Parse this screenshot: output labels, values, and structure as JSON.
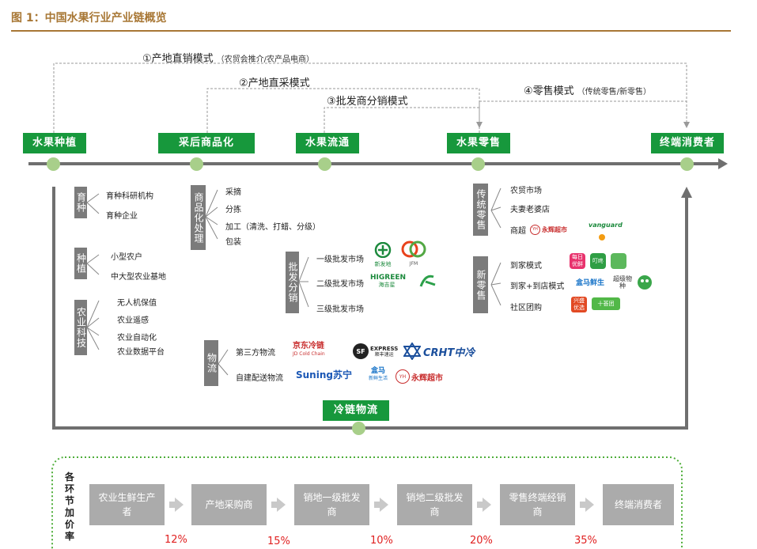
{
  "figure_title": "图 1：中国水果行业产业链概览",
  "modes": {
    "m1": {
      "label": "①产地直销模式",
      "sub": "（农贸会推介/农产品电商）"
    },
    "m2": {
      "label": "②产地直采模式"
    },
    "m3": {
      "label": "③批发商分销模式"
    },
    "m4": {
      "label": "④零售模式",
      "sub": "（传统零售/新零售）"
    }
  },
  "stages": [
    "水果种植",
    "采后商品化",
    "水果流通",
    "水果零售",
    "终端消费者"
  ],
  "cold_chain": "冷链物流",
  "planting": {
    "breeding": {
      "title": "育种",
      "items": [
        "育种科研机构",
        "育种企业"
      ]
    },
    "growing": {
      "title": "种植",
      "items": [
        "小型农户",
        "中大型农业基地"
      ]
    },
    "agritech": {
      "title": "农业科技",
      "items": [
        "无人机保值",
        "农业遥感",
        "农业自动化",
        "农业数据平台"
      ]
    }
  },
  "post_harvest": {
    "title": "商品化处理",
    "items": [
      "采摘",
      "分拣",
      "加工（清洗、打蜡、分级）",
      "包装"
    ]
  },
  "wholesale": {
    "title": "批发分销",
    "items": [
      "一级批发市场",
      "二级批发市场",
      "三级批发市场"
    ]
  },
  "logistics": {
    "title": "物流",
    "items": [
      "第三方物流",
      "自建配送物流"
    ]
  },
  "retail_traditional": {
    "title": "传统零售",
    "items": [
      "农贸市场",
      "夫妻老婆店",
      "商超"
    ]
  },
  "retail_new": {
    "title": "新零售",
    "items": [
      "到家模式",
      "到家+到店模式",
      "社区团购"
    ]
  },
  "logos": {
    "xinfadi": "新发地",
    "jfm": "JFM",
    "higreen": "HIGREEN",
    "higreen_cn": "海吉星",
    "jd": "京东冷链",
    "jd_en": "JD Cold Chain",
    "sf": "SF",
    "sf_en": "EXPRESS",
    "sf_cn": "顺丰速运",
    "crht": "CRHT中冷",
    "suning": "Suning苏宁",
    "hema": "盒马",
    "hema_sub": "新鲜生活",
    "yonghui": "永辉超市",
    "vanguard": "vanguard",
    "meiri": "每日优鲜",
    "dingdong": "叮咚",
    "hema2": "盒马鲜生",
    "chaoji": "超级物种",
    "xingsheng": "兴盛优选",
    "shihui": "十荟团"
  },
  "value_added": {
    "label": "各环节加价率",
    "steps": [
      "农业生鲜生产者",
      "产地采购商",
      "销地一级批发商",
      "销地二级批发商",
      "零售终端经销商",
      "终端消费者"
    ],
    "rates": [
      "12%",
      "15%",
      "10%",
      "20%",
      "35%"
    ]
  },
  "colors": {
    "green": "#17983c",
    "light_green": "#a8cf8a",
    "title_brown": "#a87735",
    "gray_box": "#7b7b7b",
    "rate_red": "#e02020"
  }
}
